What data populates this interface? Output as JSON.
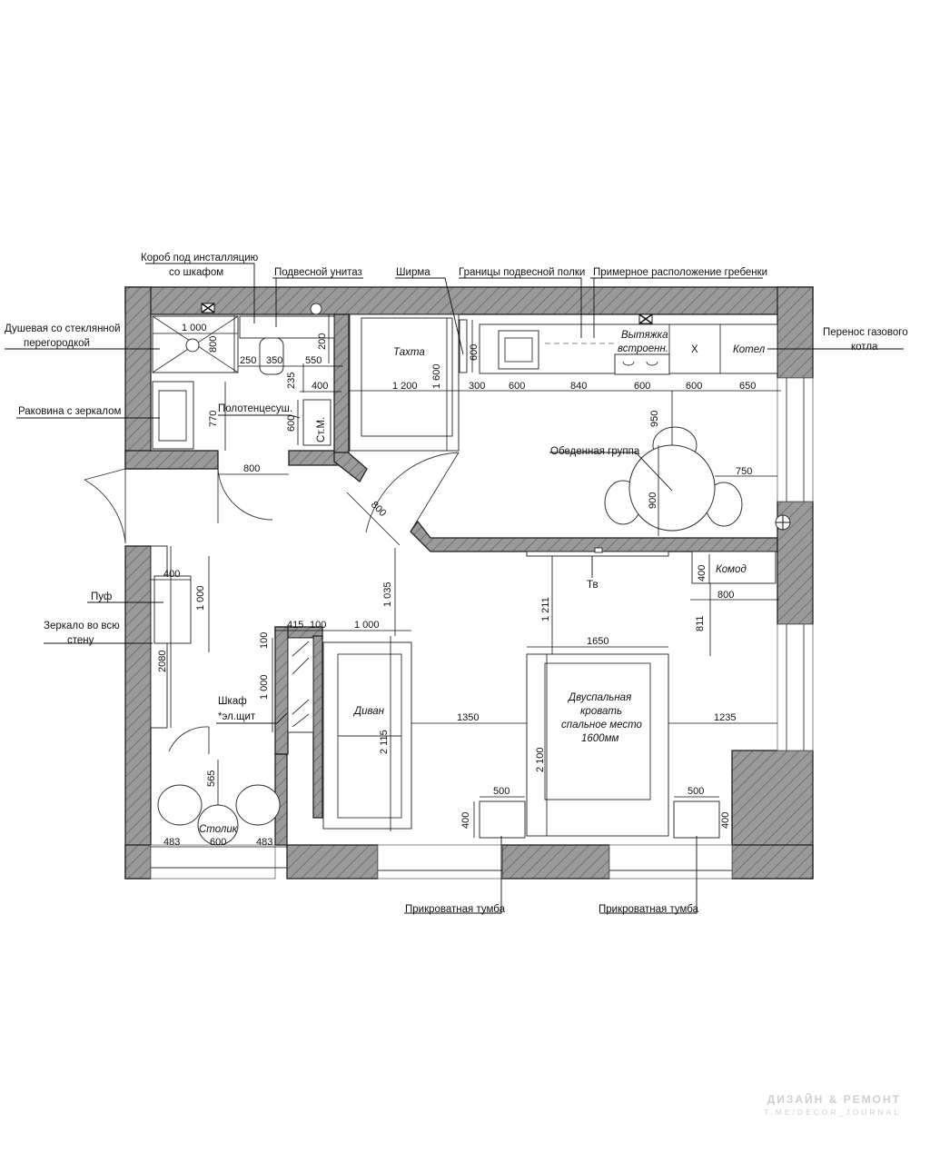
{
  "labels": {
    "korob_line1": "Короб под инсталляцию",
    "korob_line2": "со шкафом",
    "unitaz": "Подвесной унитаз",
    "shirma": "Ширма",
    "polka": "Границы подвесной полки",
    "grebenka": "Примерное расположение гребенки",
    "dush_line1": "Душевая со стеклянной",
    "dush_line2": "перегородкой",
    "perenos_line1": "Перенос газового",
    "perenos_line2": "котла",
    "rakovina": "Раковина с зеркалом",
    "polotence": "Полотенцесуш.",
    "stm": "Ст.М.",
    "obed": "Обеденная группа",
    "puf": "Пуф",
    "zerkalo_line1": "Зеркало во всю",
    "zerkalo_line2": "стену",
    "shkaf_line1": "Шкаф",
    "shkaf_line2": "*эл.щит",
    "tv": "Тв",
    "komod": "Комод",
    "tumba_left": "Прикроватная тумба",
    "tumba_right": "Прикроватная тумба"
  },
  "rooms": {
    "tahta": "Тахта",
    "vytyazhka_line1": "Вытяжка",
    "vytyazhka_line2": "встроенн.",
    "x_mark": "X",
    "kotel": "Котел",
    "divan": "Диван",
    "bed_line1": "Двуспальная",
    "bed_line2": "кровать",
    "bed_line3": "спальное место",
    "bed_line4": "1600мм",
    "stolik": "Столик"
  },
  "dims": {
    "d1000_shower": "1 000",
    "d800_shower": "800",
    "d250": "250",
    "d350": "350",
    "d550": "550",
    "d200": "200",
    "d400_wc": "400",
    "d235": "235",
    "d770": "770",
    "d600_bath": "600",
    "d800_door": "800",
    "d800_diag": "800",
    "d1200": "1 200",
    "d1600": "1 600",
    "d600_shirma": "600",
    "k300": "300",
    "k600a": "600",
    "k840": "840",
    "k600b": "600",
    "k600c": "600",
    "k650": "650",
    "d950": "950",
    "d750": "750",
    "d900": "900",
    "d400_puf": "400",
    "d1000_puf": "1 000",
    "d2080": "2080",
    "d1035": "1 035",
    "d415": "415",
    "d100a": "100",
    "d1000_sofa": "1 000",
    "d100b": "100",
    "d1000_shkaf": "1 000",
    "d2115": "2 115",
    "d1350": "1350",
    "d1211": "1 211",
    "d400_komod": "400",
    "d800_komod": "800",
    "d811": "811",
    "d1650": "1650",
    "d2100": "2 100",
    "d1235": "1235",
    "d565": "565",
    "d483a": "483",
    "d600_table": "600",
    "d483b": "483",
    "d500a": "500",
    "d400_tl": "400",
    "d500b": "500",
    "d400_tr": "400"
  },
  "watermark": {
    "line1": "ДИЗАЙН & РЕМОНТ",
    "line2": "T.ME/DECOR_JOURNAL"
  },
  "colors": {
    "wall_fill": "#9a9a9a",
    "ink": "#111111",
    "background": "#ffffff"
  }
}
